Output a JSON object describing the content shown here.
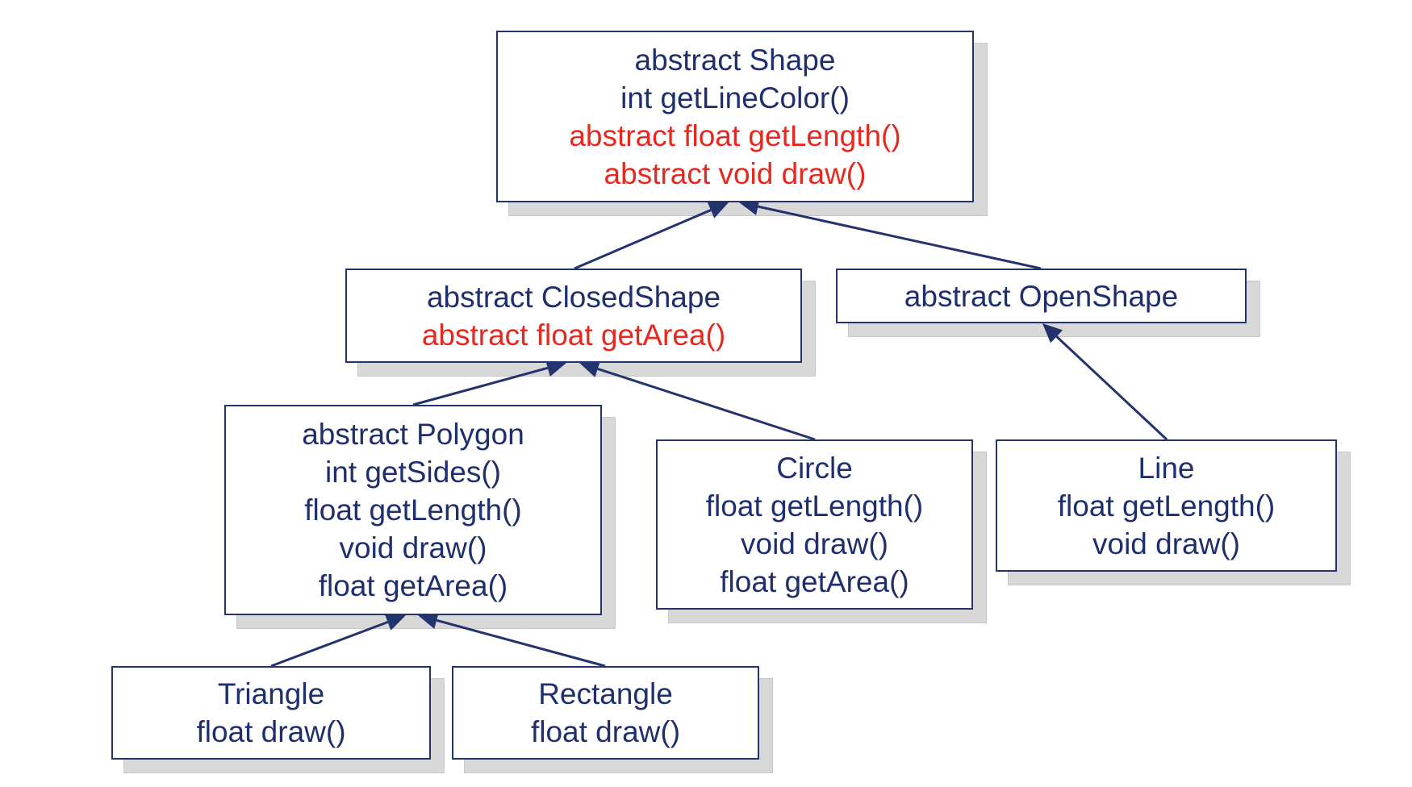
{
  "colors": {
    "text": "#1f2f6e",
    "abstract_method": "#e8281e",
    "border": "#23336e",
    "arrow": "#23336e",
    "shadow": "#d8d8d8"
  },
  "classes": [
    {
      "id": "shape",
      "lines": [
        {
          "text": "abstract Shape",
          "abstract": false
        },
        {
          "text": "int getLineColor()",
          "abstract": false
        },
        {
          "text": "abstract float getLength()",
          "abstract": true
        },
        {
          "text": "abstract void draw()",
          "abstract": true
        }
      ]
    },
    {
      "id": "closedshape",
      "lines": [
        {
          "text": "abstract ClosedShape",
          "abstract": false
        },
        {
          "text": "abstract float getArea()",
          "abstract": true
        }
      ]
    },
    {
      "id": "openshape",
      "lines": [
        {
          "text": "abstract OpenShape",
          "abstract": false
        }
      ]
    },
    {
      "id": "polygon",
      "lines": [
        {
          "text": "abstract Polygon",
          "abstract": false
        },
        {
          "text": "int getSides()",
          "abstract": false
        },
        {
          "text": "float getLength()",
          "abstract": false
        },
        {
          "text": "void draw()",
          "abstract": false
        },
        {
          "text": "float getArea()",
          "abstract": false
        }
      ]
    },
    {
      "id": "circle",
      "lines": [
        {
          "text": "Circle",
          "abstract": false
        },
        {
          "text": "float getLength()",
          "abstract": false
        },
        {
          "text": "void draw()",
          "abstract": false
        },
        {
          "text": "float getArea()",
          "abstract": false
        }
      ]
    },
    {
      "id": "line",
      "lines": [
        {
          "text": "Line",
          "abstract": false
        },
        {
          "text": "float getLength()",
          "abstract": false
        },
        {
          "text": "void draw()",
          "abstract": false
        }
      ]
    },
    {
      "id": "triangle",
      "lines": [
        {
          "text": "Triangle",
          "abstract": false
        },
        {
          "text": "float draw()",
          "abstract": false
        }
      ]
    },
    {
      "id": "rectangle",
      "lines": [
        {
          "text": "Rectangle",
          "abstract": false
        },
        {
          "text": "float draw()",
          "abstract": false
        }
      ]
    }
  ],
  "inheritance": [
    {
      "child": "closedshape",
      "parent": "shape"
    },
    {
      "child": "openshape",
      "parent": "shape"
    },
    {
      "child": "polygon",
      "parent": "closedshape"
    },
    {
      "child": "circle",
      "parent": "closedshape"
    },
    {
      "child": "line",
      "parent": "openshape"
    },
    {
      "child": "triangle",
      "parent": "polygon"
    },
    {
      "child": "rectangle",
      "parent": "polygon"
    }
  ]
}
